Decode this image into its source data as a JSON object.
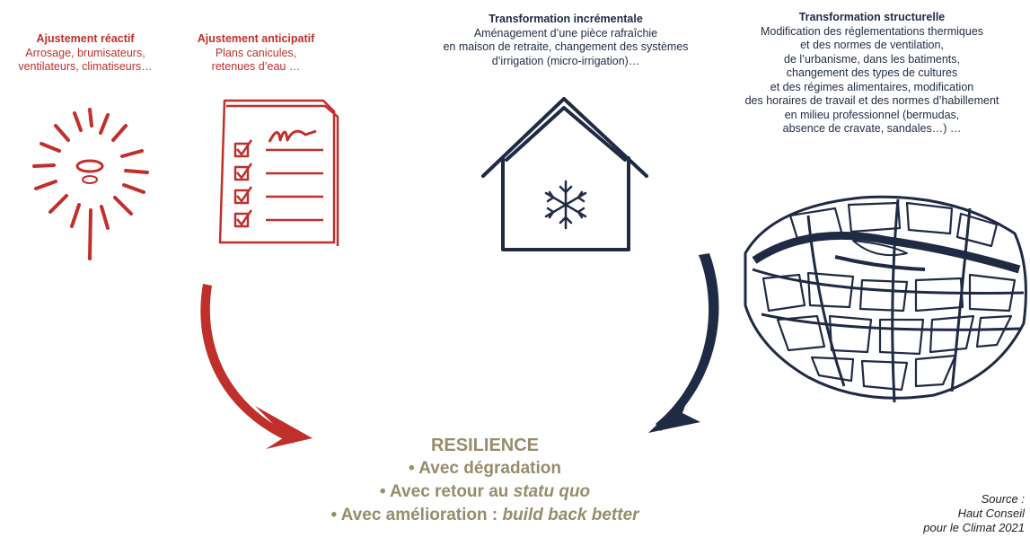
{
  "columns": [
    {
      "title": "Ajustement réactif",
      "description": "Arrosage, brumisateurs,\nventilateurs, climatiseurs…"
    },
    {
      "title": "Ajustement anticipatif",
      "description": "Plans canicules,\nretenues d’eau …"
    },
    {
      "title": "Transformation incrémentale",
      "description": "Aménagement d’une pièce rafraîchie\nen maison de retraite, changement des systèmes\nd’irrigation (micro-irrigation)…"
    },
    {
      "title": "Transformation structurelle",
      "description": "Modification des réglementations thermiques\net des normes de ventilation,\nde l’urbanisme, dans les batiments,\nchangement des types de cultures\net des régimes alimentaires, modification\ndes horaires de travail et des normes d’habillement\nen milieu professionnel (bermudas,\nabsence de cravate, sandales…) …"
    }
  ],
  "resilience": {
    "title": "RESILIENCE",
    "items": [
      {
        "text": "• Avec dégradation",
        "emphasis": ""
      },
      {
        "text": "• Avec retour au ",
        "emphasis": "statu quo"
      },
      {
        "text": "• Avec amélioration : ",
        "emphasis": "build back better"
      }
    ]
  },
  "source": "Source :\nHaut Conseil\npour le Climat 2021",
  "icons": [
    "burst-icon",
    "checklist-icon",
    "house-snowflake-icon",
    "city-map-icon",
    "red-arrow-icon",
    "navy-arrow-icon"
  ],
  "colors": {
    "red": "#c0302b",
    "navy": "#1f2a44",
    "khaki": "#978c6b"
  }
}
